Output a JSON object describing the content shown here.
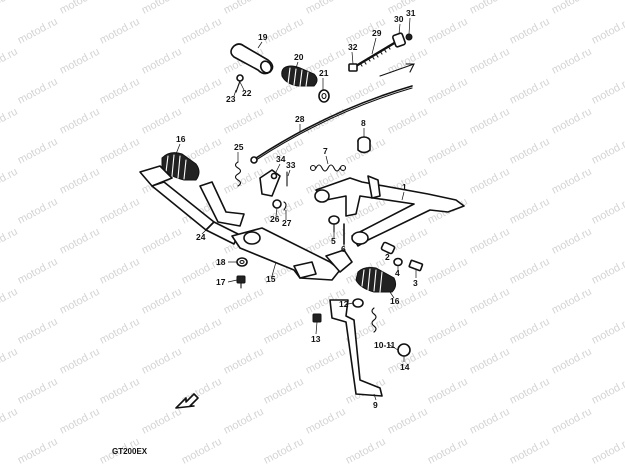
{
  "watermark": "motod.ru",
  "model_code": "GT200EX",
  "callouts": [
    {
      "id": "n1",
      "label": "1"
    },
    {
      "id": "n2",
      "label": "2"
    },
    {
      "id": "n3",
      "label": "3"
    },
    {
      "id": "n4",
      "label": "4"
    },
    {
      "id": "n5",
      "label": "5"
    },
    {
      "id": "n6",
      "label": "6"
    },
    {
      "id": "n7",
      "label": "7"
    },
    {
      "id": "n8",
      "label": "8"
    },
    {
      "id": "n9",
      "label": "9"
    },
    {
      "id": "n1011",
      "label": "10-11"
    },
    {
      "id": "n12",
      "label": "12"
    },
    {
      "id": "n13",
      "label": "13"
    },
    {
      "id": "n14",
      "label": "14"
    },
    {
      "id": "n15",
      "label": "15"
    },
    {
      "id": "n16a",
      "label": "16"
    },
    {
      "id": "n16b",
      "label": "16"
    },
    {
      "id": "n17",
      "label": "17"
    },
    {
      "id": "n18",
      "label": "18"
    },
    {
      "id": "n19",
      "label": "19"
    },
    {
      "id": "n20",
      "label": "20"
    },
    {
      "id": "n21",
      "label": "21"
    },
    {
      "id": "n22",
      "label": "22"
    },
    {
      "id": "n23",
      "label": "23"
    },
    {
      "id": "n24",
      "label": "24"
    },
    {
      "id": "n25",
      "label": "25"
    },
    {
      "id": "n26",
      "label": "26"
    },
    {
      "id": "n27",
      "label": "27"
    },
    {
      "id": "n28",
      "label": "28"
    },
    {
      "id": "n29",
      "label": "29"
    },
    {
      "id": "n30",
      "label": "30"
    },
    {
      "id": "n31",
      "label": "31"
    },
    {
      "id": "n32",
      "label": "32"
    },
    {
      "id": "n33",
      "label": "33"
    },
    {
      "id": "n34",
      "label": "34"
    }
  ]
}
